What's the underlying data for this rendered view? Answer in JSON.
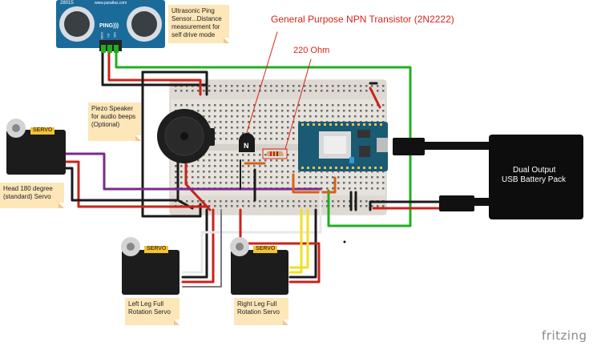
{
  "labels": {
    "transistor": "General Purpose NPN Transistor (2N2222)",
    "resistor": "220 Ohm"
  },
  "notes": {
    "ping_sensor": "Ultrasonic Ping Sensor...Distance measurement for self drive mode",
    "piezo": "Piezo Speaker for audio beeps (Optional)",
    "head_servo": "Head 180 degree (standard) Servo",
    "left_leg": "Left Leg Full Rotation Servo",
    "right_leg": "Right Leg Full Rotation Servo"
  },
  "battery": {
    "line1": "Dual Output",
    "line2": "USB Battery Pack"
  },
  "sensor": {
    "model": "28015",
    "site": "www.parallax.com",
    "brand": "PING)))",
    "pins": [
      "GND",
      "5V",
      "SIG"
    ]
  },
  "servo_badge": "SERVO",
  "transistor_mark": "N",
  "watermark": "fritzing",
  "colors": {
    "wire_black": "#1a1a1a",
    "wire_red": "#c8231b",
    "wire_green": "#1fb01f",
    "wire_purple": "#7a2b8c",
    "wire_orange": "#d9601a",
    "wire_yellow": "#f2e024",
    "note_bg": "#fde6b8",
    "label_red": "#d9241b",
    "sensor_blue": "#1b6b9a",
    "board_teal": "#1a5a72"
  }
}
